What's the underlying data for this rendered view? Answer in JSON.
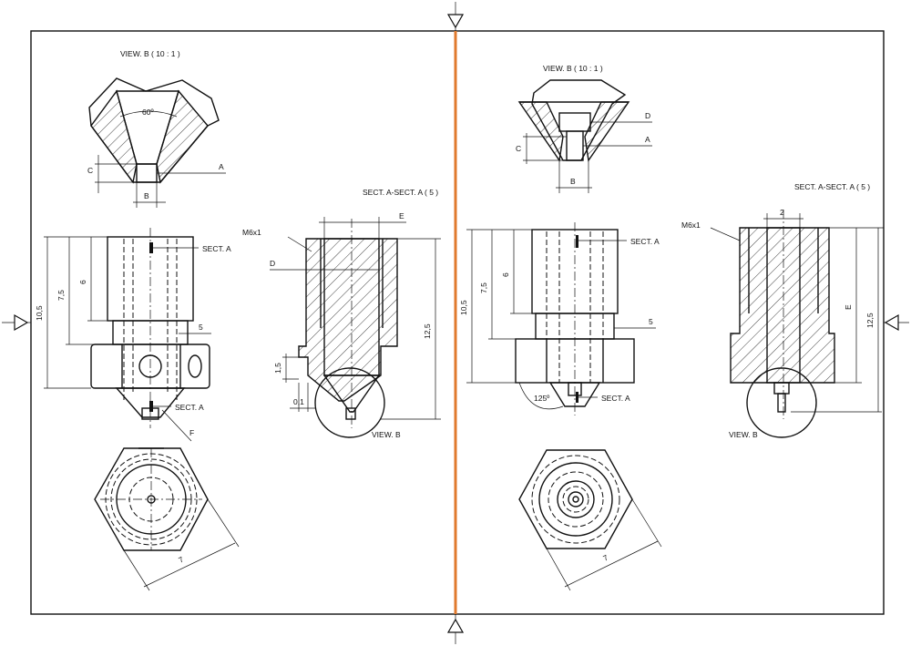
{
  "colors": {
    "divider": "#e07a2e",
    "line": "#111111",
    "background": "#ffffff"
  },
  "left": {
    "view_b_title": "VIEW. B ( 10 : 1 )",
    "angle_60": "60º",
    "label_c": "C",
    "label_a_detail": "A",
    "label_b": "B",
    "section_title": "SECT. A-SECT. A ( 5 )",
    "m6x1": "M6x1",
    "label_e": "E",
    "label_d": "D",
    "dim_12_5": "12,5",
    "dim_1_5": "1,5",
    "dim_0_1": "0,1",
    "view_b_label": "VIEW. B",
    "dim_10_5": "10,5",
    "dim_7_5": "7,5",
    "dim_6": "6",
    "dim_5": "5",
    "sect_a_top": "SECT. A",
    "sect_a_bottom": "SECT. A",
    "label_f": "F",
    "dim_7": "7"
  },
  "right": {
    "view_b_title": "VIEW. B ( 10 : 1 )",
    "label_d": "D",
    "label_c": "C",
    "label_a_detail": "A",
    "label_b": "B",
    "section_title": "SECT. A-SECT. A ( 5 )",
    "m6x1": "M6x1",
    "dim_2": "2",
    "label_e": "E",
    "dim_12_5": "12,5",
    "view_b_label": "VIEW. B",
    "dim_10_5": "10,5",
    "dim_7_5": "7,5",
    "dim_6": "6",
    "dim_5": "5",
    "sect_a_top": "SECT. A",
    "sect_a_bottom": "SECT. A",
    "angle_125": "125º",
    "dim_7": "7"
  }
}
